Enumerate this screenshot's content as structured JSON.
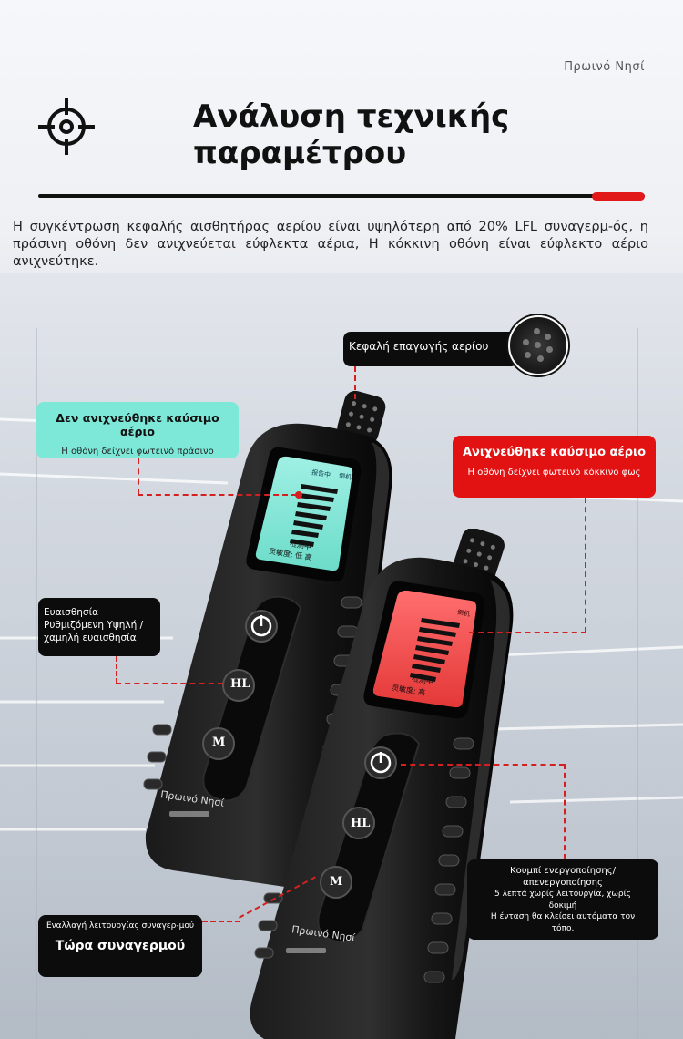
{
  "header": {
    "brand": "Πρωινό Νησί",
    "title_line1": "Ανάλυση τεχνικής",
    "title_line2": "παραμέτρου",
    "description": "Η συγκέντρωση κεφαλής αισθητήρας αερίου είναι υψηλότερη από 20% LFL συναγερμ-ός, η πράσινη οθόνη δεν ανιχνεύεται εύφλεκτα αέρια, Η κόκκινη οθόνη είναι εύφλεκτο αέριο ανιχνεύτηκε."
  },
  "callouts": {
    "sensor_head": "Κεφαλή επαγωγής αερίου",
    "green_title": "Δεν ανιχνεύθηκε καύσιμο αέριο",
    "green_sub": "Η οθόνη δείχνει φωτεινό πράσινο",
    "red_title": "Ανιχνεύθηκε καύσιμο αέριο",
    "red_sub": "Η οθόνη δείχνει φωτεινό κόκκινο φως",
    "sensitivity_line1": "Ευαισθησία",
    "sensitivity_line2": "Ρυθμιζόμενη Υψηλή /",
    "sensitivity_line3": "χαμηλή ευαισθησία",
    "power_title": "Κουμπί ενεργοποίησης/ απενεργοποίησης",
    "power_line1": "5 λεπτά χωρίς λειτουργία, χωρίς δοκιμή",
    "power_line2": "Η ένταση θα κλείσει αυτόματα τον τόπο.",
    "mode_small": "Εναλλαγή λειτουργίας συναγερ-μού",
    "mode_big": "Τώρα συναγερμού"
  },
  "device": {
    "hl_label": "HL",
    "m_label": "M",
    "brand_print": "Πρωινό Νησί",
    "screen_status_left": "报告中",
    "screen_status_right": "倒机",
    "screen_line1": "检测中",
    "screen_line2": "灵敏度: 低 高",
    "screen_red_line2": "灵敏度:   高"
  },
  "colors": {
    "accent_red": "#e21212",
    "screen_green": "#7de8d8",
    "screen_red": "#f0484a"
  }
}
